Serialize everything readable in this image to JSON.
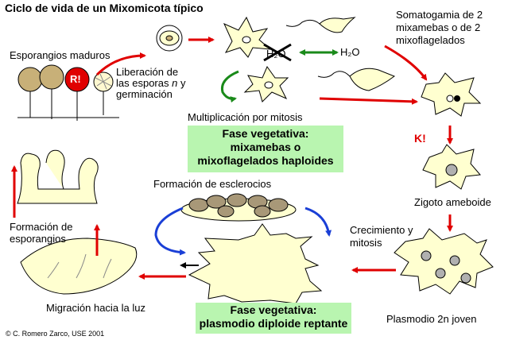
{
  "title": "Ciclo de vida de un Mixomicota típico",
  "labels": {
    "esporangios_maduros": "Esporangios maduros",
    "liberacion": [
      "Liberación de",
      "las esporas",
      "n",
      " y",
      "germinación"
    ],
    "somatogamia": [
      "Somatogamia de 2",
      "mixamebas o de 2",
      "mixoflagelados"
    ],
    "h2o": "H₂O",
    "multiplicacion": "Multiplicación por mitosis",
    "k": "K!",
    "r": "R!",
    "zigoto": "Zigoto ameboide",
    "formacion_esclerocios": "Formación de esclerocios",
    "formacion_esporangios": [
      "Formación de",
      "esporangios"
    ],
    "crecimiento": [
      "Crecimiento y",
      "mitosis"
    ],
    "migracion": "Migración hacia la luz",
    "plasmodio_joven": "Plasmodio 2n joven",
    "credit": "© C. Romero Zarco, USE 2001"
  },
  "boxes": {
    "vegetativa_haploide": [
      "Fase vegetativa:",
      "mixamebas o",
      "mixoflagelados haploides"
    ],
    "vegetativa_diploide": [
      "Fase vegetativa:",
      "plasmodio diploide reptante"
    ]
  },
  "colors": {
    "box_fill": "#b9f5b0",
    "arrow_red": "#e00000",
    "arrow_green": "#1a8a1a",
    "arrow_blue": "#1a3fd6",
    "cell_fill": "#ffffd0",
    "sporangium_head": "#c8b078",
    "sclerotium": "#a89878",
    "nucleus": "#b0b0b0"
  }
}
